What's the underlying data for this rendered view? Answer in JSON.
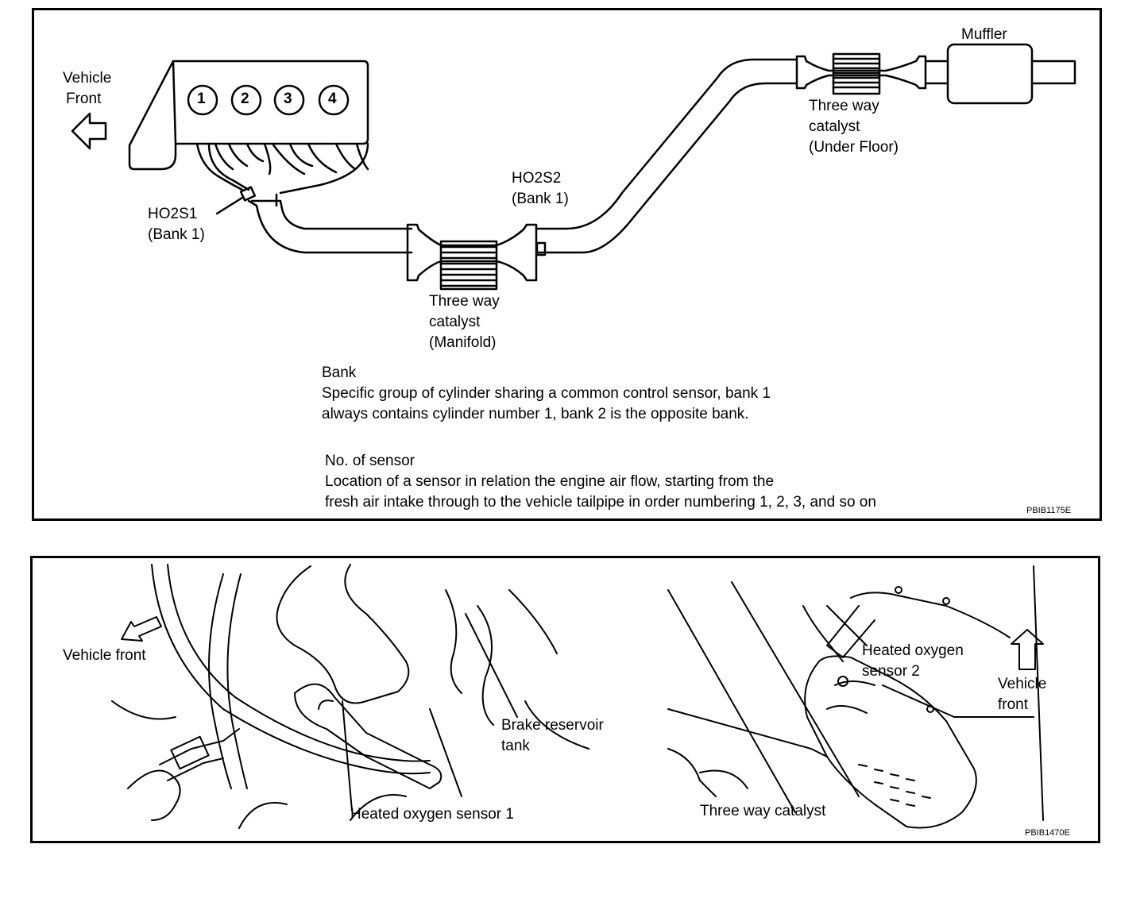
{
  "top": {
    "vehicle_front": [
      "Vehicle",
      "Front"
    ],
    "cylinders": [
      "1",
      "2",
      "3",
      "4"
    ],
    "muffler": "Muffler",
    "twc_under_floor": [
      "Three way",
      "catalyst",
      "(Under Floor)"
    ],
    "ho2s2": [
      "HO2S2",
      "(Bank 1)"
    ],
    "ho2s1": [
      "HO2S1",
      "(Bank 1)"
    ],
    "twc_manifold": [
      "Three way",
      "catalyst",
      "(Manifold)"
    ],
    "bank_title": "Bank",
    "bank_desc": [
      "Specific group of cylinder sharing a common control sensor, bank 1",
      "always contains cylinder number 1, bank 2 is the opposite bank."
    ],
    "sensor_title": "No. of sensor",
    "sensor_desc": [
      "Location of a sensor in relation the engine air flow, starting from the",
      "fresh air intake through to the vehicle tailpipe in order numbering 1, 2, 3, and so on"
    ],
    "code": "PBIB1175E"
  },
  "bottom": {
    "vehicle_front_left": "Vehicle front",
    "brake_reservoir": [
      "Brake reservoir",
      "tank"
    ],
    "hos1": "Heated oxygen sensor 1",
    "hos2": [
      "Heated oxygen",
      "sensor 2"
    ],
    "vehicle_front_right": [
      "Vehicle",
      "front"
    ],
    "twc": "Three way catalyst",
    "code": "PBIB1470E"
  }
}
